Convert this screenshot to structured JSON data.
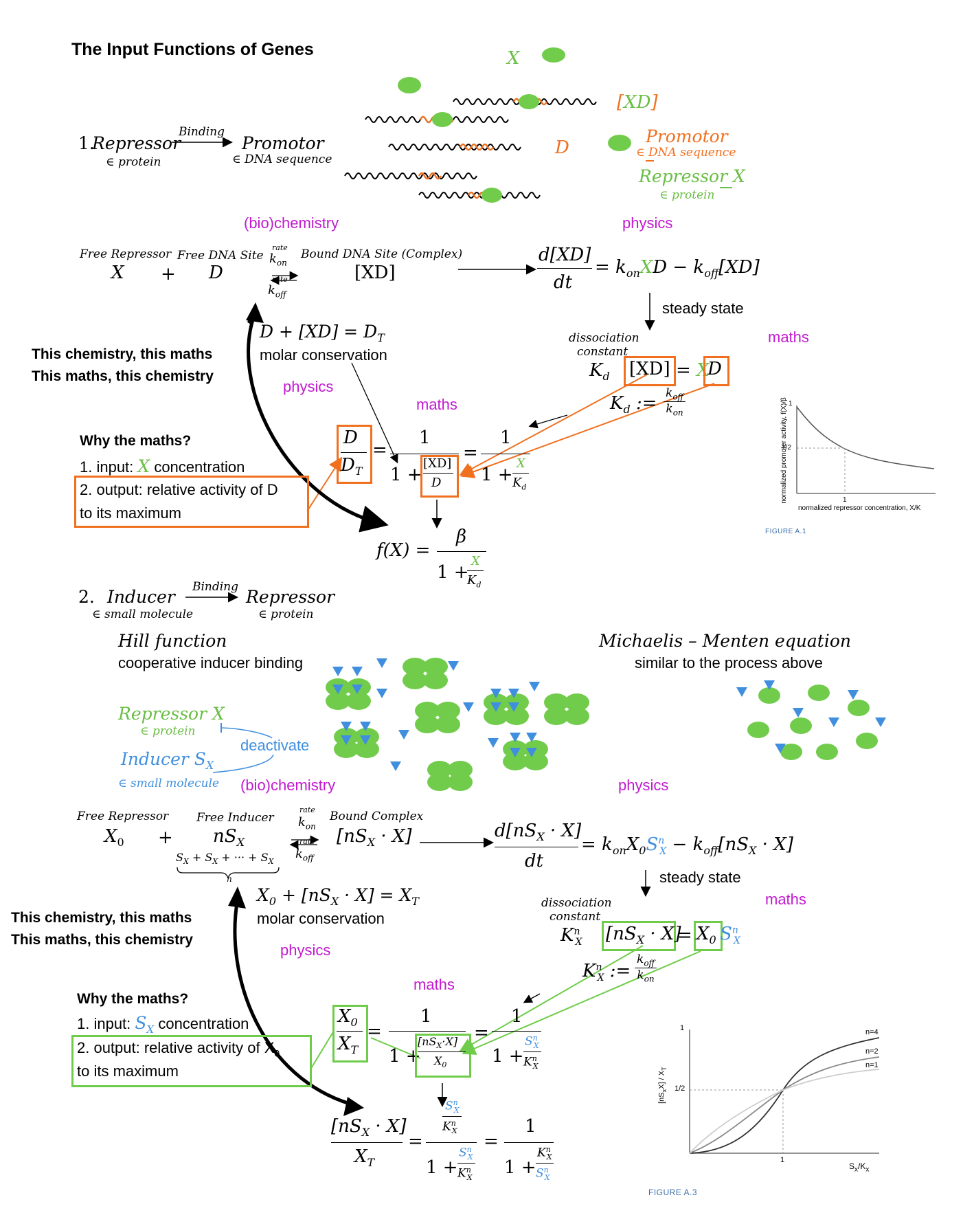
{
  "title": "The Input Functions of Genes",
  "section1": {
    "heading_num": "1.",
    "repressor": "Repressor",
    "repressor_sub": "∈ protein",
    "binding": "Binding",
    "promotor": "Promotor",
    "promotor_sub": "∈ DNA sequence",
    "legend_promotor": "Promotor",
    "legend_promotor_sub": "∈ DNA sequence",
    "legend_repressor": "Repressor X",
    "legend_repressor_sub": "∈ protein",
    "dna_label_X": "X",
    "dna_label_XD": "[XD]",
    "dna_label_D": "D",
    "biochem_label": "(bio)chemistry",
    "physics_label": "physics",
    "free_repressor": "Free Repressor",
    "free_dna": "Free DNA Site",
    "bound_dna": "Bound DNA Site (Complex)",
    "rate": "rate",
    "kon": "k",
    "kon_sub": "on",
    "koff_sub": "off",
    "X": "X",
    "plus": "+",
    "D": "D",
    "XD": "[XD]",
    "rate_eq_lhs_num": "d[XD]",
    "rate_eq_lhs_den": "dt",
    "rate_eq_rhs": "= k_onXD − k_off[XD]",
    "steady_state": "steady state",
    "conservation_eq": "D + [XD] = D_T",
    "molar_conservation": "molar conservation",
    "physics2": "physics",
    "maths1": "maths",
    "maths2": "maths",
    "dissociation": "dissociation",
    "constant": "constant",
    "Kd": "K_d",
    "Kd_def": "K_d :=",
    "this_chem1": "This chemistry, this maths",
    "this_maths1": "This maths, this chemistry",
    "why": "Why the maths?",
    "input_line_pre": "1. input: ",
    "input_line_var": "X",
    "input_line_post": " concentration",
    "output_line1": "2. output: relative activity of D",
    "output_line2": "to  its maximum",
    "fX": "f(X) =",
    "beta": "β",
    "fig1_caption": "FIGURE A.1",
    "fig1_xlabel": "normalized repressor concentration, X/K",
    "fig1_ylabel": "normalized promoter activity, f(X)/β",
    "fig1_tick_1": "1",
    "fig1_tick_half": "1/2",
    "fig1_tick_x1": "1"
  },
  "section2": {
    "heading_num": "2.",
    "inducer": "Inducer",
    "inducer_sub": "∈ small molecule",
    "binding": "Binding",
    "repressor": "Repressor",
    "repressor_sub": "∈ protein",
    "hill": "Hill function",
    "hill_sub": "cooperative inducer binding",
    "mm": "Michaelis – Menten equation",
    "mm_sub": "similar to the process above",
    "legend_repressor": "Repressor X",
    "legend_repressor_sub": "∈ protein",
    "legend_inducer": "Inducer S",
    "legend_inducer_sub": "∈ small molecule",
    "deactivate": "deactivate",
    "biochem_label": "(bio)chemistry",
    "physics_label": "physics",
    "free_repressor": "Free Repressor",
    "free_inducer": "Free Inducer",
    "bound_complex": "Bound Complex",
    "sum_expr": "S_X + S_X + ··· + S_X",
    "n_label": "n",
    "steady_state": "steady state",
    "conservation_eq": "X0 + [nSX · X] = XT",
    "molar_conservation": "molar conservation",
    "physics2": "physics",
    "maths1": "maths",
    "maths2": "maths",
    "dissociation": "dissociation",
    "constant": "constant",
    "this_chem": "This chemistry, this maths",
    "this_maths": "This maths, this chemistry",
    "why": "Why the maths?",
    "input_pre": "1. input: ",
    "input_var": "S",
    "input_post": " concentration",
    "output_line1": "2. output: relative activity of X",
    "output_line2": "to its maximum",
    "fig3_caption": "FIGURE A.3",
    "fig3_n4": "n=4",
    "fig3_n2": "n=2",
    "fig3_n1": "n=1",
    "fig3_tick_1": "1",
    "fig3_tick_half": "1/2",
    "fig3_tick_x1": "1",
    "fig3_xlabel": "S_x/K_x"
  },
  "colors": {
    "green": "#6abd45",
    "orange": "#f07020",
    "blue": "#3f8fde",
    "magenta": "#c21ad0"
  }
}
